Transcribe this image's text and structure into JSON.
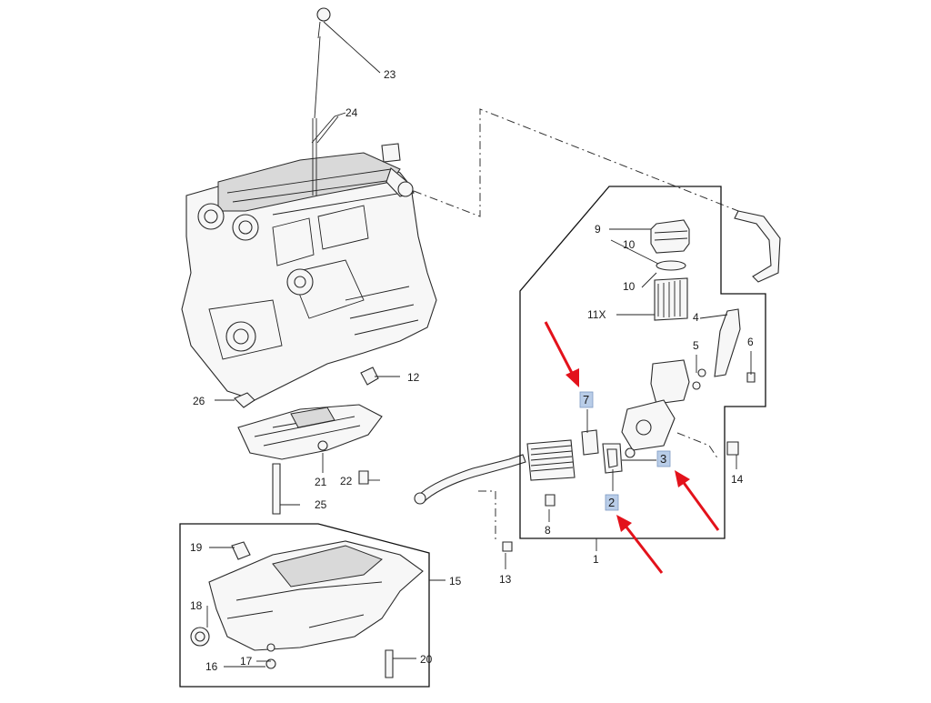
{
  "diagram": {
    "callouts": [
      "23",
      "24",
      "12",
      "26",
      "21",
      "22",
      "25",
      "19",
      "15",
      "18",
      "17",
      "16",
      "20",
      "9",
      "10",
      "10",
      "11X",
      "4",
      "5",
      "6",
      "7",
      "3",
      "2",
      "8",
      "14",
      "13",
      "1"
    ],
    "highlighted": [
      "7",
      "3",
      "2"
    ],
    "accent_color": "#e3121b",
    "highlight_color": "#b9cde8"
  }
}
